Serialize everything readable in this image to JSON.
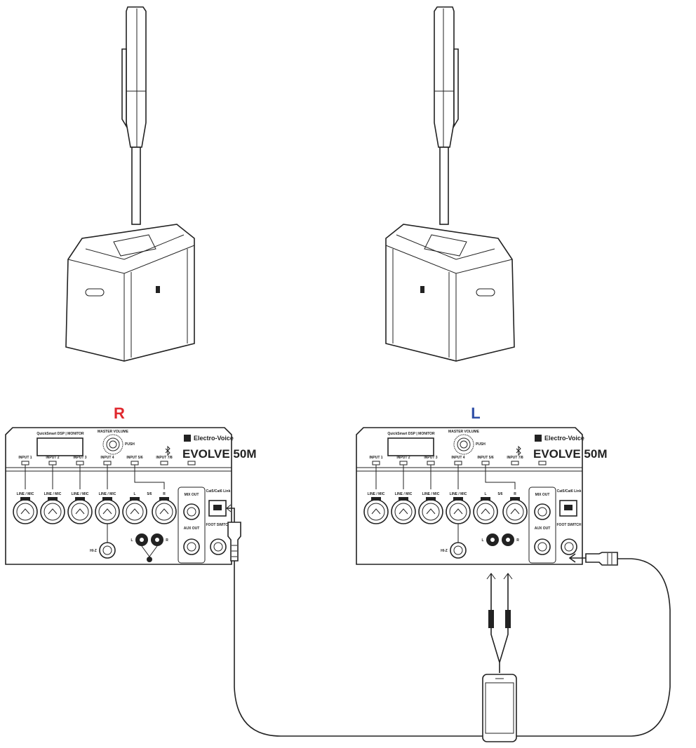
{
  "labels": {
    "right_channel": "R",
    "left_channel": "L"
  },
  "colors": {
    "right_channel": "#e0282e",
    "left_channel": "#2f4fa6",
    "line": "#222222"
  },
  "panel": {
    "display_label": "QuickSmart DSP | MONITOR",
    "volume_label": "MASTER VOLUME",
    "push_label": "PUSH",
    "brand": "Electro-Voice",
    "brand_logo": "EV",
    "model": "EVOLVE 50M",
    "inputs": [
      "INPUT 1",
      "INPUT 2",
      "INPUT 3",
      "INPUT 4",
      "INPUT 5/6",
      "INPUT 7/8"
    ],
    "input_type": "LINE / MIC",
    "stereo_label": "5/6",
    "rca_left": "L",
    "rca_right": "R",
    "mix_out": "MIX OUT",
    "aux_out": "AUX OUT",
    "link_label": "Cat5/Cat6 Link",
    "hiz_label": "HI-Z",
    "footswitch_label": "FOOT SWITCH",
    "bluetooth_icon": "bluetooth-icon"
  }
}
